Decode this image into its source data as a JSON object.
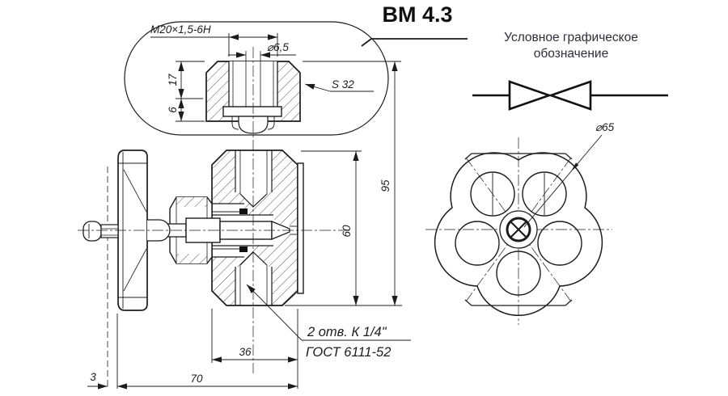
{
  "title": "ВМ 4.3",
  "symbol_caption": {
    "line1": "Условное графическое",
    "line2": "обозначение"
  },
  "detail_view": {
    "thread": "M20×1,5-6H",
    "hole_dia": "⌀6,5",
    "wrench": "S 32",
    "dim_nut_height": "17",
    "dim_collar_height": "6"
  },
  "main_view": {
    "dim_overall_height": "95",
    "dim_body_height": "60",
    "dim_body_width": "36",
    "dim_overall_depth": "70",
    "dim_gap": "3",
    "ports_note": {
      "line1": "2 отв. К 1/4\"",
      "line2": "ГОСТ 6111-52"
    }
  },
  "wheel_view": {
    "dia": "⌀65"
  },
  "colors": {
    "ink": "#1c1c1c",
    "leader_gray": "#8c8c8c",
    "caption": "#2e2e38",
    "background": "#ffffff"
  }
}
